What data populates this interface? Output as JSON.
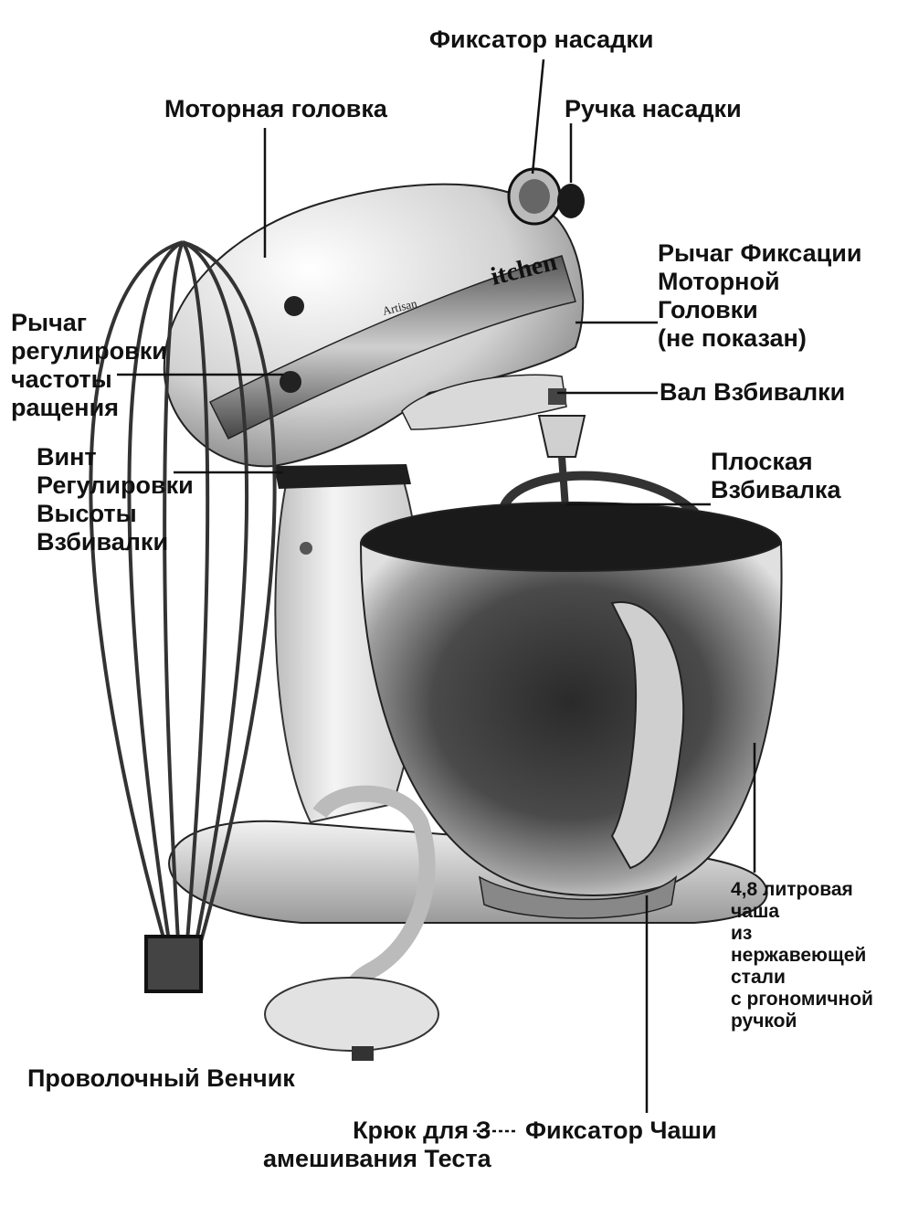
{
  "labels": {
    "attachment_lock": "Фиксатор насадки",
    "motor_head": "Моторная головка",
    "attachment_handle": "Ручка насадки",
    "head_lock_lever": [
      "Рычаг Фиксации",
      "Моторной",
      "Головки",
      "(не показан)"
    ],
    "speed_lever": [
      "Рычаг",
      "регулировки",
      "частоты",
      "ращения"
    ],
    "beater_shaft": "Вал Взбивалки",
    "height_screw": [
      "Винт",
      "Регулировки",
      "Высоты",
      "Взбивалки"
    ],
    "flat_beater": [
      "Плоская",
      "Взбивалка"
    ],
    "bowl": [
      "4,8 литровая",
      "чаша",
      "из",
      "нержавеющей",
      "стали",
      "с ргономичной",
      "ручкой"
    ],
    "wire_whip": "Проволочный Венчик",
    "dough_hook": [
      "Крюк для З",
      "амешивания Теста"
    ],
    "bowl_clamp": "Фиксатор Чаши"
  },
  "brand": {
    "logo": "itchen",
    "model": "Artisan"
  },
  "colors": {
    "ink": "#111111",
    "paper": "#ffffff",
    "metal_dark": "#2a2a2a",
    "metal_mid": "#8c8c8c",
    "metal_light": "#dcdcdc"
  }
}
